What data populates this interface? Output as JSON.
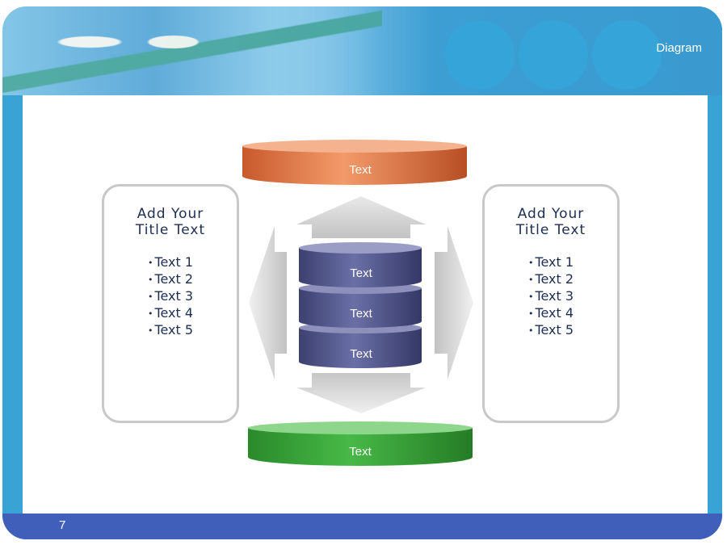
{
  "header": {
    "title": "Diagram"
  },
  "footer": {
    "page_number": "7"
  },
  "top_cylinder": {
    "label": "Text",
    "color": "#e07a4a"
  },
  "bottom_cylinder": {
    "label": "Text",
    "color": "#3aa63a"
  },
  "center_stack": {
    "labels": [
      "Text",
      "Text",
      "Text"
    ],
    "color": "#4b4f86"
  },
  "left_panel": {
    "title_line1": "Add Your",
    "title_line2": "Title Text",
    "items": [
      "Text 1",
      "Text 2",
      "Text 3",
      "Text 4",
      "Text 5"
    ]
  },
  "right_panel": {
    "title_line1": "Add Your",
    "title_line2": "Title Text",
    "items": [
      "Text 1",
      "Text 2",
      "Text 3",
      "Text 4",
      "Text 5"
    ]
  }
}
